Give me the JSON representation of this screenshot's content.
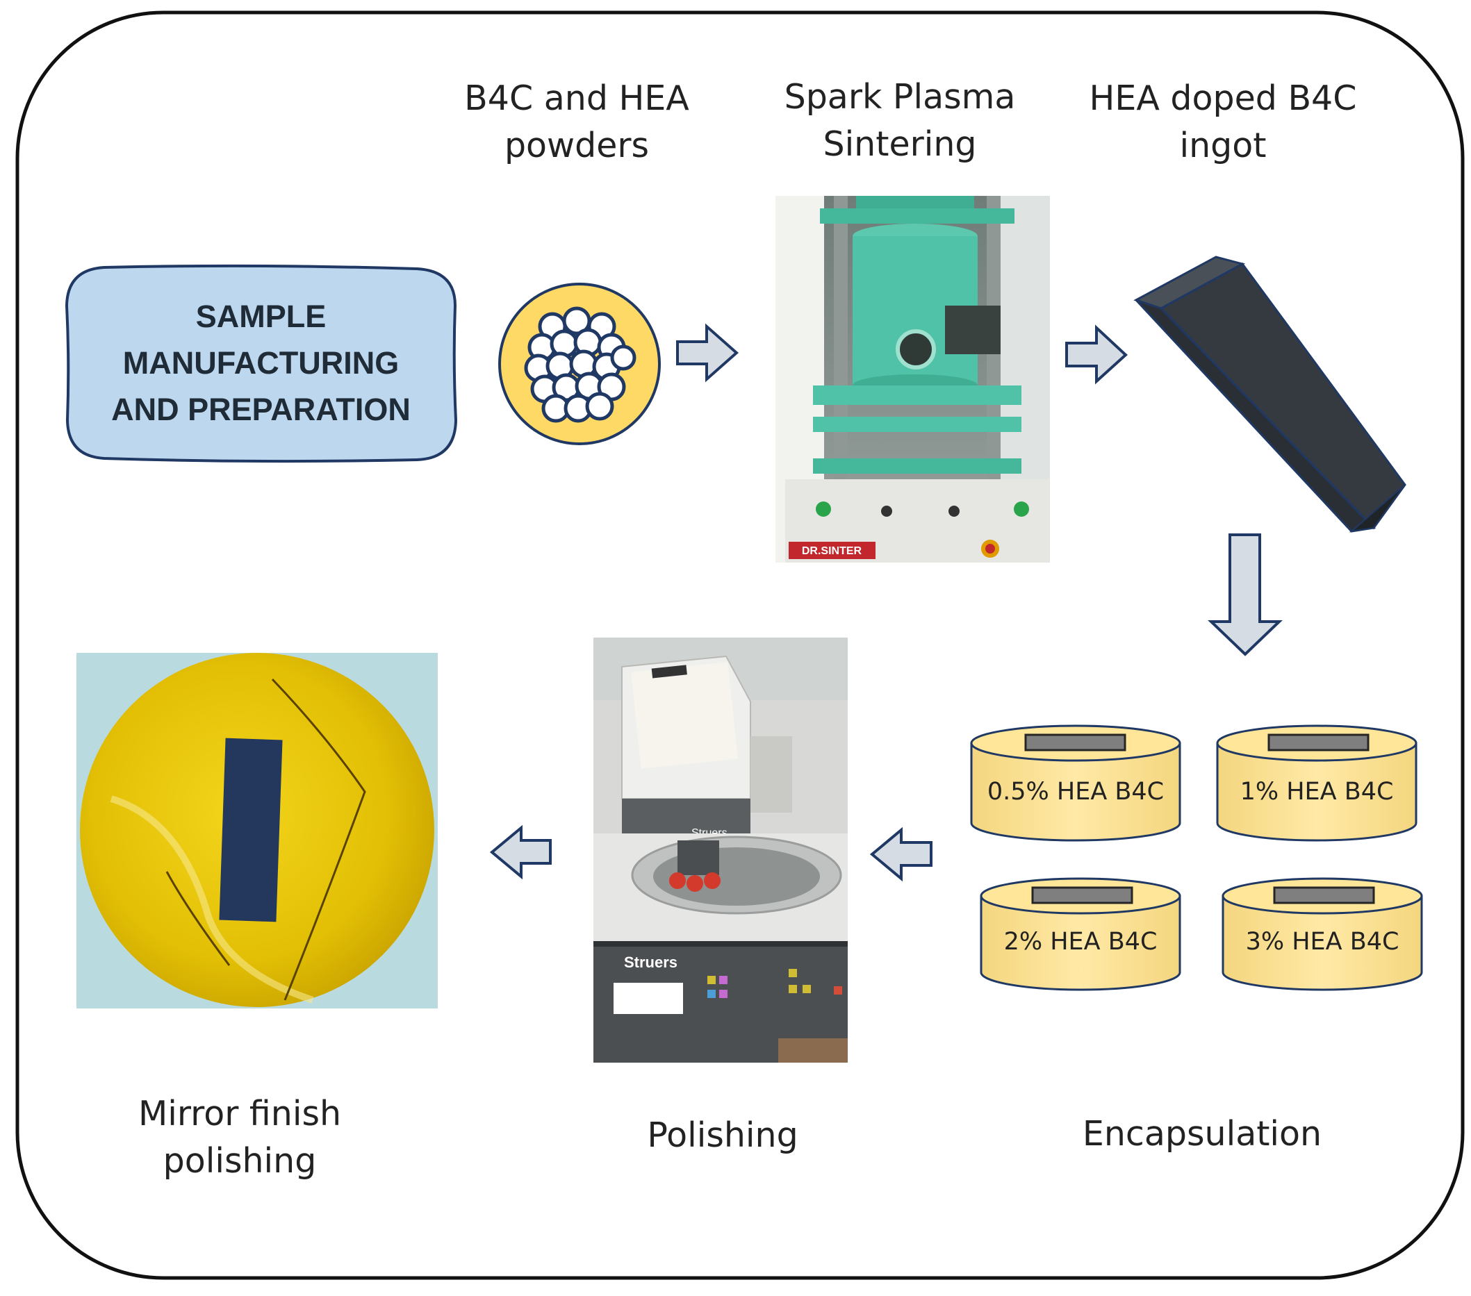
{
  "title": {
    "line1": "SAMPLE",
    "line2": "MANUFACTURING",
    "line3": "AND PREPARATION"
  },
  "steps": {
    "powders": {
      "line1": "B4C and HEA",
      "line2": "powders"
    },
    "sps": {
      "line1": "Spark Plasma",
      "line2": "Sintering"
    },
    "ingot": {
      "line1": "HEA doped B4C",
      "line2": "ingot"
    },
    "encapsulation": {
      "label": "Encapsulation"
    },
    "polishing": {
      "label": "Polishing"
    },
    "mirror": {
      "line1": "Mirror finish",
      "line2": "polishing"
    }
  },
  "samples": [
    {
      "label": "0.5% HEA B4C"
    },
    {
      "label": "1% HEA B4C"
    },
    {
      "label": "2% HEA B4C"
    },
    {
      "label": "3% HEA B4C"
    }
  ],
  "equipment": {
    "sps_brand": "DR.SINTER",
    "polisher_brand": "Struers"
  },
  "colors": {
    "title_box": "#bdd7ee",
    "powder_disc": "#ffd966",
    "arrow_fill": "#d6dce4",
    "outline": "#1f3864",
    "cylinder": "#ffe699",
    "ingot": "#343a40",
    "sps_green": "#4fc2a8",
    "resin_yellow": "#e6c200"
  }
}
